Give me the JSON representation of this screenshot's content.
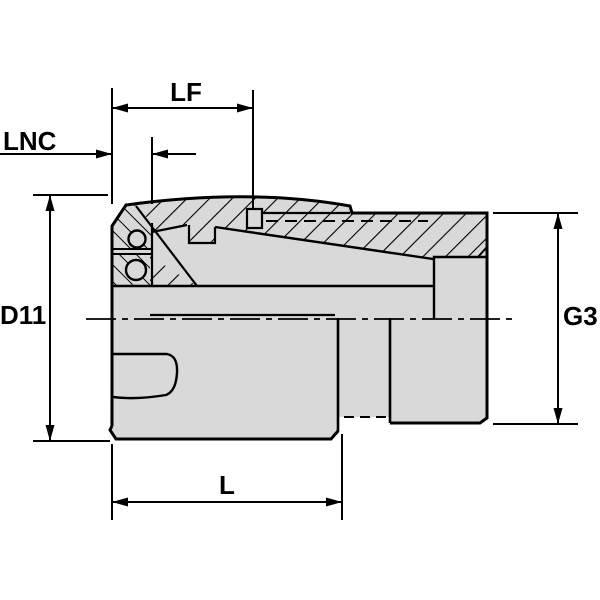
{
  "drawing": {
    "kind": "collet-nut-cross-section-technical-drawing",
    "colors": {
      "background": "#ffffff",
      "part_fill": "#d9d9d9",
      "line": "#000000"
    },
    "dimensions": {
      "lf": {
        "label": "LF"
      },
      "lnc": {
        "label": "LNC"
      },
      "d11": {
        "label": "D11"
      },
      "g3": {
        "label": "G3"
      },
      "l": {
        "label": "L"
      }
    }
  }
}
